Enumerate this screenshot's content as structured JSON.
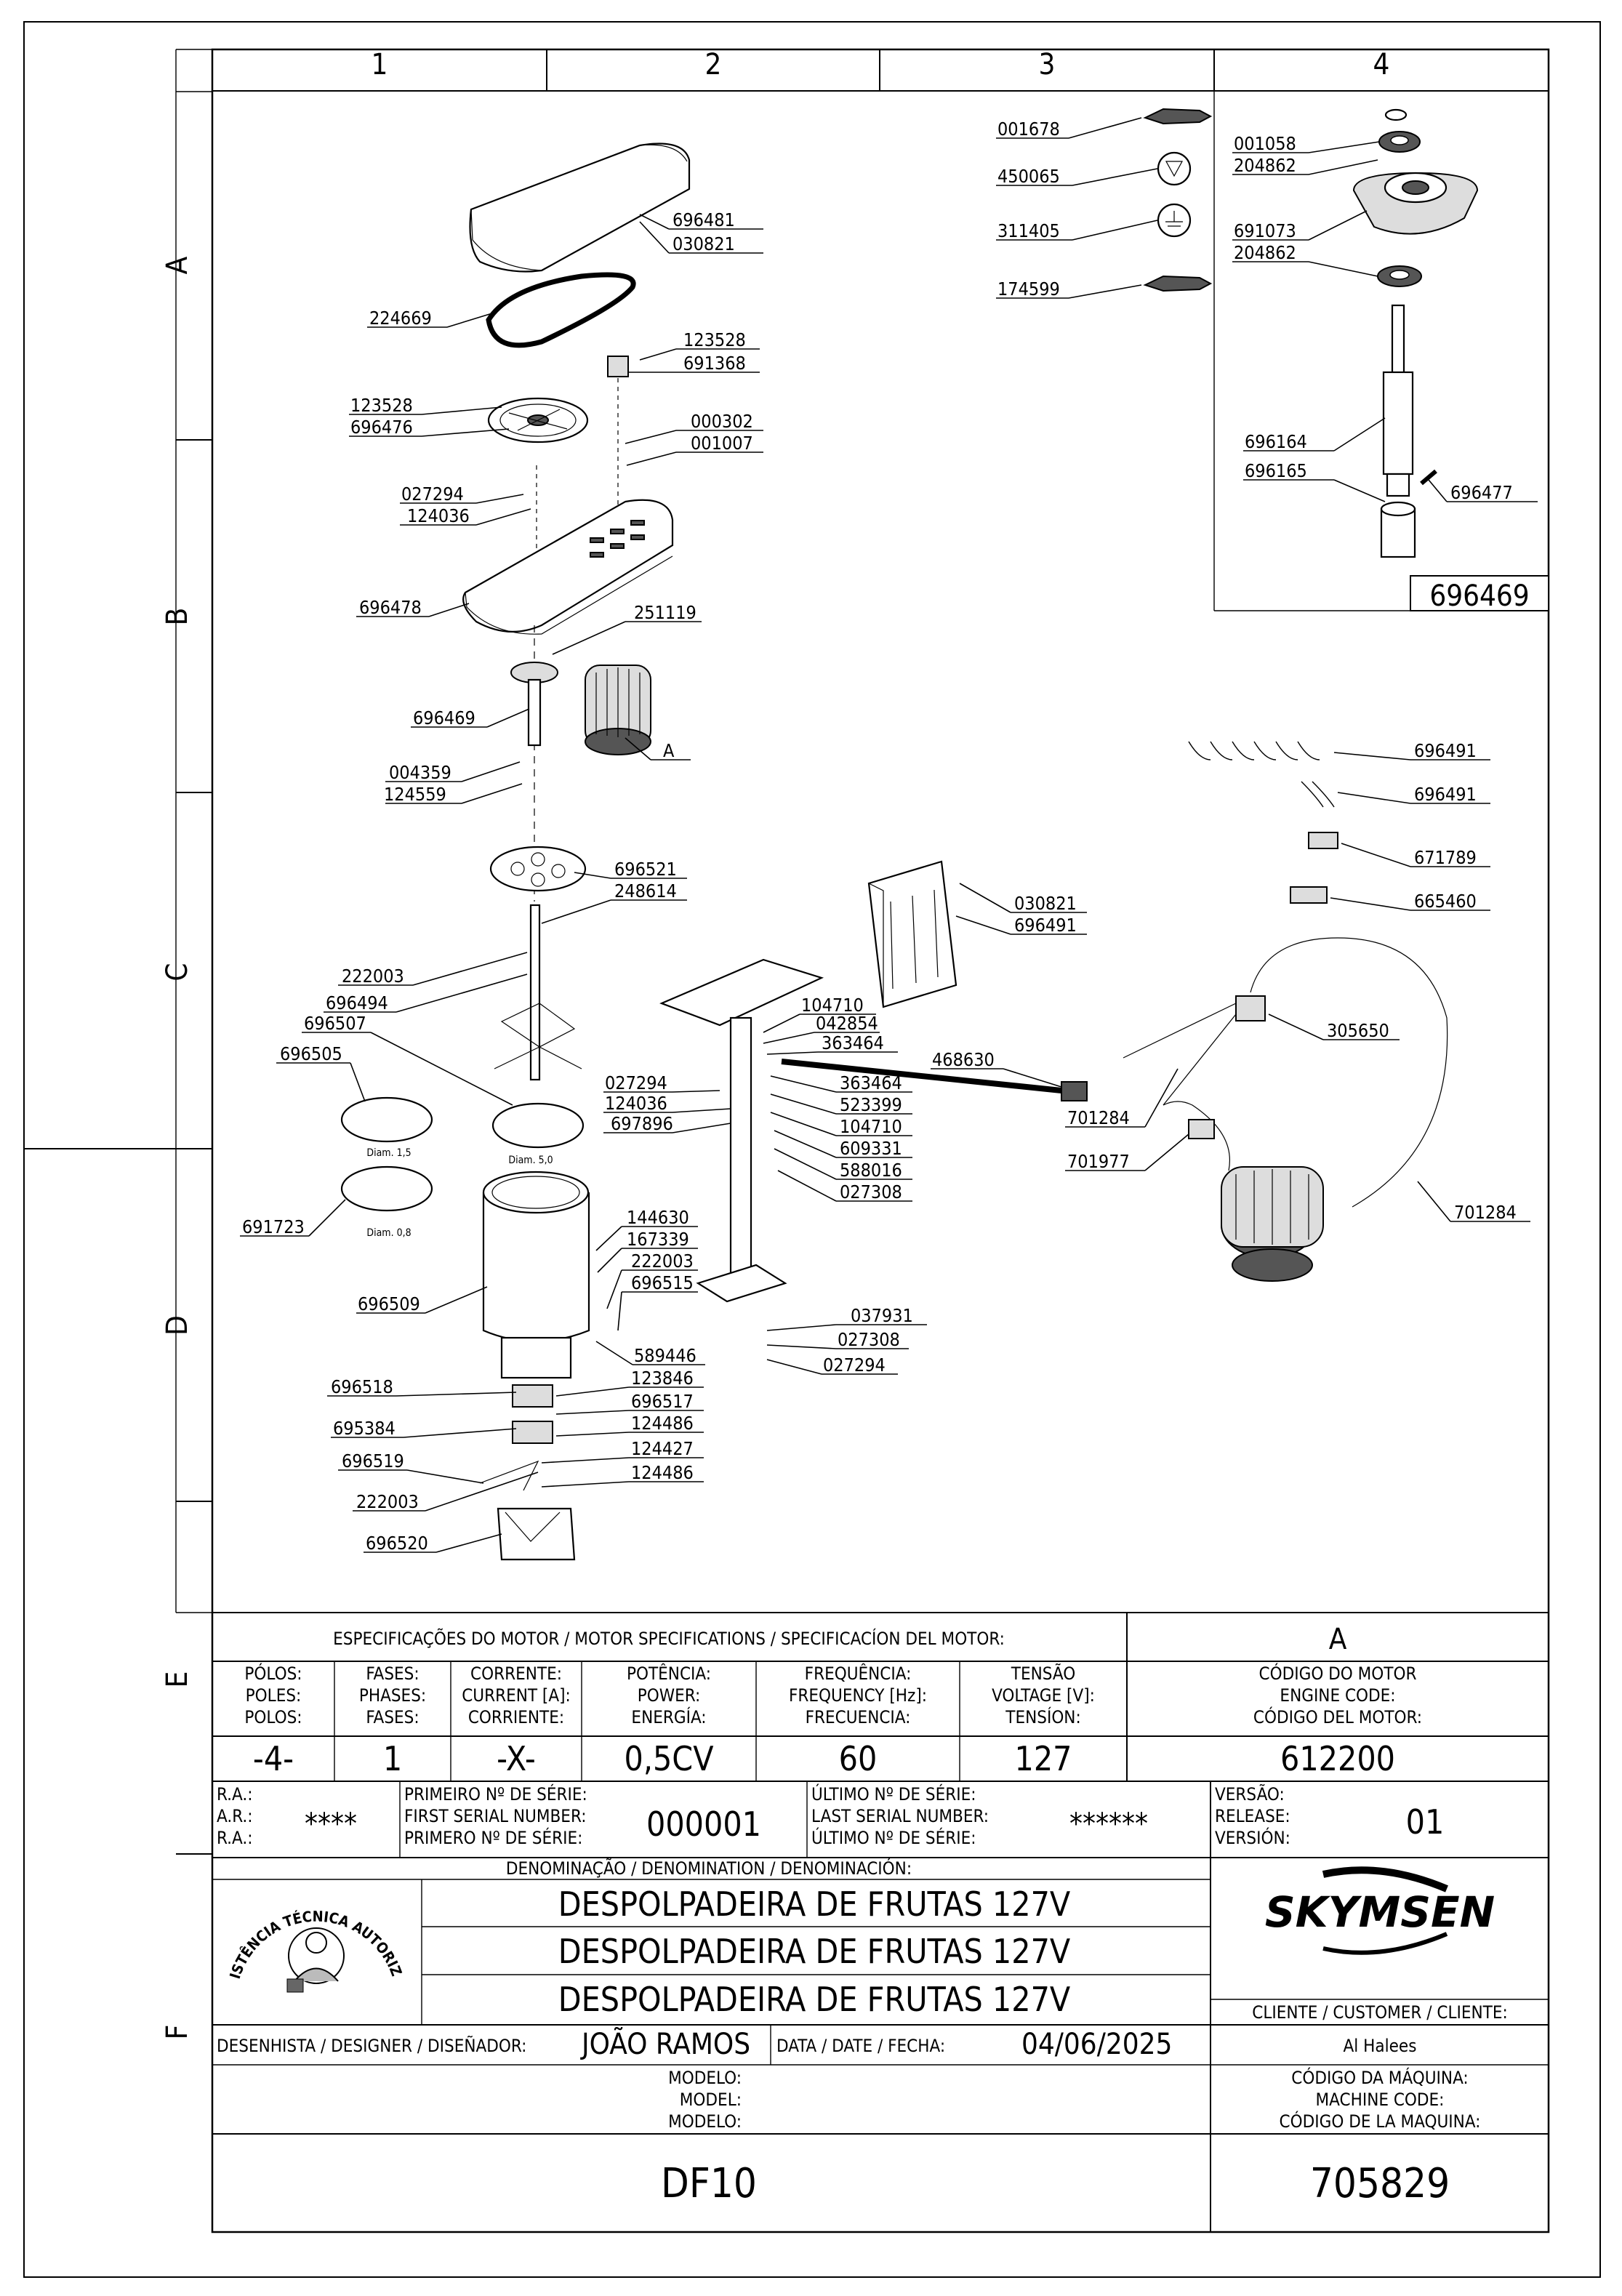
{
  "grid": {
    "columns": [
      "1",
      "2",
      "3",
      "4"
    ],
    "rows": [
      "A",
      "B",
      "C",
      "D",
      "E",
      "F"
    ]
  },
  "inset_code": "696469",
  "callouts": {
    "c001678": "001678",
    "c450065": "450065",
    "c311405": "311405",
    "c174599": "174599",
    "c001058": "001058",
    "c204862a": "204862",
    "c691073": "691073",
    "c204862b": "204862",
    "c696164": "696164",
    "c696165": "696165",
    "c696477": "696477",
    "c696481": "696481",
    "c030821a": "030821",
    "c224669": "224669",
    "c123528a": "123528",
    "c691368": "691368",
    "c123528b": "123528",
    "c696476": "696476",
    "c000302": "000302",
    "c001007": "001007",
    "c027294a": "027294",
    "c124036a": "124036",
    "c696478": "696478",
    "c251119": "251119",
    "c696469": "696469",
    "cA": "A",
    "c004359": "004359",
    "c124559": "124559",
    "c696521": "696521",
    "c248614": "248614",
    "c222003a": "222003",
    "c696494": "696494",
    "c696507": "696507",
    "c696505": "696505",
    "c691723": "691723",
    "c696509": "696509",
    "c144630": "144630",
    "c167339": "167339",
    "c222003b": "222003",
    "c696515": "696515",
    "c589446": "589446",
    "c696518": "696518",
    "c123846": "123846",
    "c696517": "696517",
    "c695384": "695384",
    "c124486a": "124486",
    "c696519": "696519",
    "c124427": "124427",
    "c222003c": "222003",
    "c124486b": "124486",
    "c696520": "696520",
    "c030821b": "030821",
    "c696491a": "696491",
    "c104710a": "104710",
    "c042854": "042854",
    "c363464a": "363464",
    "c468630": "468630",
    "c027294b": "027294",
    "c124036b": "124036",
    "c697896": "697896",
    "c363464b": "363464",
    "c523399": "523399",
    "c104710b": "104710",
    "c609331": "609331",
    "c588016": "588016",
    "c027308a": "027308",
    "c037931": "037931",
    "c027308b": "027308",
    "c027294c": "027294",
    "c696491b": "696491",
    "c696491c": "696491",
    "c671789": "671789",
    "c665460": "665460",
    "c305650": "305650",
    "c701284a": "701284",
    "c701977": "701977",
    "c701284b": "701284"
  },
  "sieve_labels": {
    "diam15": "Diam. 1,5",
    "diam50": "Diam. 5,0",
    "diam08": "Diam. 0,8"
  },
  "motor_spec": {
    "header": "ESPECIFICAÇÕES DO MOTOR / MOTOR SPECIFICATIONS / SPECIFICACÍON DEL MOTOR:",
    "ref": "A",
    "poles": {
      "l1": "PÓLOS:",
      "l2": "POLES:",
      "l3": "POLOS:",
      "value": "-4-"
    },
    "phases": {
      "l1": "FASES:",
      "l2": "PHASES:",
      "l3": "FASES:",
      "value": "1"
    },
    "current": {
      "l1": "CORRENTE:",
      "l2": "CURRENT [A]:",
      "l3": "CORRIENTE:",
      "value": "-X-"
    },
    "power": {
      "l1": "POTÊNCIA:",
      "l2": "POWER:",
      "l3": "ENERGÍA:",
      "value": "0,5CV"
    },
    "frequency": {
      "l1": "FREQUÊNCIA:",
      "l2": "FREQUENCY [Hz]:",
      "l3": "FRECUENCIA:",
      "value": "60"
    },
    "voltage": {
      "l1": "TENSÃO",
      "l2": "VOLTAGE [V]:",
      "l3": "TENSÍON:",
      "value": "127"
    },
    "engine": {
      "l1": "CÓDIGO DO MOTOR",
      "l2": "ENGINE CODE:",
      "l3": "CÓDIGO DEL MOTOR:",
      "value": "612200"
    }
  },
  "serials": {
    "ra": {
      "l1": "R.A.:",
      "l2": "A.R.:",
      "l3": "R.A.:",
      "value": "****"
    },
    "first": {
      "l1": "PRIMEIRO Nº DE SÉRIE:",
      "l2": "FIRST SERIAL NUMBER:",
      "l3": "PRIMERO Nº DE SÉRIE:",
      "value": "000001"
    },
    "last": {
      "l1": "ÚLTIMO Nº DE SÉRIE:",
      "l2": "LAST SERIAL NUMBER:",
      "l3": "ÚLTIMO Nº DE SÉRIE:",
      "value": "******"
    },
    "version": {
      "l1": "VERSÃO:",
      "l2": "RELEASE:",
      "l3": "VERSIÓN:",
      "value": "01"
    }
  },
  "denomination": {
    "header": "DENOMINAÇÃO / DENOMINATION / DENOMINACIÓN:",
    "line1": "DESPOLPADEIRA DE FRUTAS 127V",
    "line2": "DESPOLPADEIRA DE FRUTAS 127V",
    "line3": "DESPOLPADEIRA DE FRUTAS 127V"
  },
  "seal": {
    "top": "ASSISTÊNCIA TÉCNICA AUTORIZADA"
  },
  "brand": "SKYMSEN",
  "customer": {
    "label": "CLIENTE / CUSTOMER / CLIENTE:",
    "value": "Al Halees"
  },
  "designer": {
    "label": "DESENHISTA / DESIGNER / DISEÑADOR:",
    "value": "JOÃO RAMOS"
  },
  "date": {
    "label": "DATA / DATE / FECHA:",
    "value": "04/06/2025"
  },
  "model": {
    "l1": "MODELO:",
    "l2": "MODEL:",
    "l3": "MODELO:",
    "value": "DF10"
  },
  "machine_code": {
    "l1": "CÓDIGO DA MÁQUINA:",
    "l2": "MACHINE CODE:",
    "l3": "CÓDIGO DE LA MAQUINA:",
    "value": "705829"
  }
}
